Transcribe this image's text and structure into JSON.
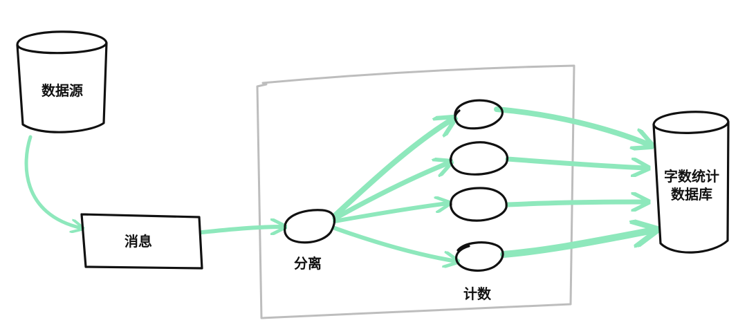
{
  "colors": {
    "arrow": "#8ee8bc",
    "frame": "#bdbdbd",
    "ink": "#111111"
  },
  "nodes": {
    "source": {
      "label": "数据源",
      "shape": "cylinder"
    },
    "message": {
      "label": "消息",
      "shape": "rectangle"
    },
    "split": {
      "label": "分离",
      "shape": "ellipse"
    },
    "count": {
      "label": "计数",
      "shape": "ellipse-group"
    },
    "target": {
      "label_line1": "字数统计",
      "label_line2": "数据库",
      "shape": "cylinder"
    }
  },
  "edges": [
    {
      "from": "数据源",
      "to": "消息"
    },
    {
      "from": "消息",
      "to": "分离"
    },
    {
      "from": "分离",
      "to": "计数"
    },
    {
      "from": "计数",
      "to": "字数统计数据库"
    }
  ]
}
